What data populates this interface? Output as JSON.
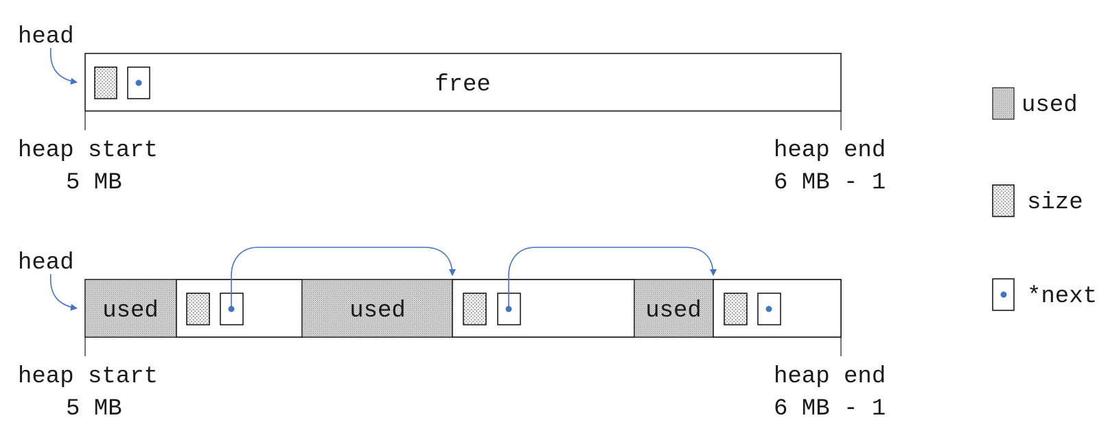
{
  "colors": {
    "arrow": "#4472c4",
    "outline": "#1a1a1a",
    "used_fill": "#d4d4d4"
  },
  "top": {
    "head_label": "head",
    "free_label": "free",
    "heap_start_label": "heap start",
    "heap_start_value": "5 MB",
    "heap_end_label": "heap end",
    "heap_end_value": "6 MB - 1"
  },
  "bottom": {
    "head_label": "head",
    "used_label_1": "used",
    "used_label_2": "used",
    "used_label_3": "used",
    "heap_start_label": "heap start",
    "heap_start_value": "5 MB",
    "heap_end_label": "heap end",
    "heap_end_value": "6 MB - 1"
  },
  "legend": {
    "used_label": "used",
    "size_label": "size",
    "next_label": "*next"
  }
}
